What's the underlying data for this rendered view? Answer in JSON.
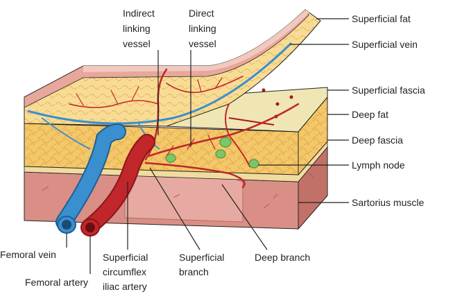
{
  "labels": {
    "indirect": [
      "Indirect",
      "linking",
      "vessel"
    ],
    "direct": [
      "Direct",
      "linking",
      "vessel"
    ],
    "superficial_fat": "Superficial fat",
    "superficial_vein": "Superficial vein",
    "superficial_fascia": "Superficial fascia",
    "deep_fat": "Deep fat",
    "deep_fascia": "Deep fascia",
    "lymph_node": "Lymph node",
    "sartorius": "Sartorius muscle",
    "femoral_vein": "Femoral vein",
    "femoral_artery": "Femoral artery",
    "circumflex": [
      "Superficial",
      "circumflex",
      "iliac artery"
    ],
    "superficial_branch": [
      "Superficial",
      "branch"
    ],
    "deep_branch": "Deep branch"
  },
  "colors": {
    "skin": "#e8a79c",
    "skin_light": "#f3c9bf",
    "fat": "#f4c76a",
    "fat_light": "#f9dc94",
    "fascia_top": "#efe6b4",
    "muscle": "#d98f86",
    "muscle_dark": "#c27168",
    "artery": "#c0262a",
    "vein": "#3a8fcf",
    "lymph": "#7cc56a",
    "outline": "#222222"
  }
}
